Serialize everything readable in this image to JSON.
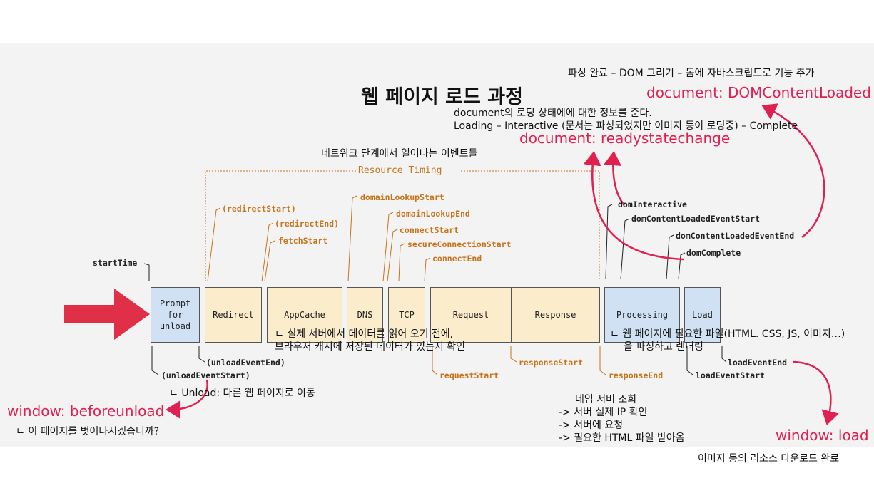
{
  "title": "웹 페이지 로드 과정",
  "top_notes": {
    "parsing_complete": "파싱 완료 – DOM 그리기 – 돔에 자바스크립트로 기능 추가",
    "document_info": "document의 로딩 상태에에 대한 정보를 준다.",
    "loading_states": "Loading – Interactive (문서는 파싱되었지만 이미지 등이 로딩중) – Complete",
    "network_events": "네트워크 단계에서 일어나는 이벤트들"
  },
  "events_red": {
    "dom_content_loaded": "document: DOMContentLoaded",
    "readystatechange": "document: readystatechange",
    "beforeunload": "window: beforeunload",
    "load": "window: load"
  },
  "resource_timing": "Resource Timing",
  "boxes": {
    "prompt": "Prompt\nfor\nunload",
    "redirect": "Redirect",
    "appcache": "AppCache",
    "dns": "DNS",
    "tcp": "TCP",
    "request": "Request",
    "response": "Response",
    "processing": "Processing",
    "load": "Load"
  },
  "labels_top": {
    "start_time": "startTime",
    "redirect_start": "(redirectStart)",
    "redirect_end": "(redirectEnd)",
    "fetch_start": "fetchStart",
    "domain_lookup_start": "domainLookupStart",
    "domain_lookup_end": "domainLookupEnd",
    "connect_start": "connectStart",
    "secure_connection_start": "secureConnectionStart",
    "connect_end": "connectEnd",
    "dom_interactive": "domInteractive",
    "dom_content_loaded_event_start": "domContentLoadedEventStart",
    "dom_content_loaded_event_end": "domContentLoadedEventEnd",
    "dom_complete": "domComplete"
  },
  "labels_bottom": {
    "unload_event_end": "(unloadEventEnd)",
    "unload_event_start": "(unloadEventStart)",
    "request_start": "requestStart",
    "response_start": "responseStart",
    "response_end": "responseEnd",
    "load_event_end": "loadEventEnd",
    "load_event_start": "loadEventStart"
  },
  "bottom_notes": {
    "cache_line1": "ㄴ 실제 서버에서 데이터를 읽어 오기 전에,",
    "cache_line2": "브라우저 캐시에 저장된 데이터가 있는지 확인",
    "processing_line1": "ㄴ 웹 페이지에 필요한 파일(HTML. CSS, JS, 이미지…)",
    "processing_line2": "을 파싱하고 렌더링",
    "unload_note": "ㄴ Unload: 다른 웹 페이지로 이동",
    "beforeunload_note": "ㄴ 이 페이지를 벗어나시겠습니까?",
    "ns_1": "네임 서버 조회",
    "ns_2": "-> 서버 실제 IP 확인",
    "ns_3": "-> 서버에 요청",
    "ns_4": "-> 필요한 HTML 파일 받아옴",
    "resource_done": "이미지 등의 리소스 다운로드 완료"
  },
  "colors": {
    "accent_red": "#e02050",
    "resource_orange": "#c8741a",
    "box_blue": "#cfe1f3",
    "box_yellow": "#fbeccb"
  }
}
